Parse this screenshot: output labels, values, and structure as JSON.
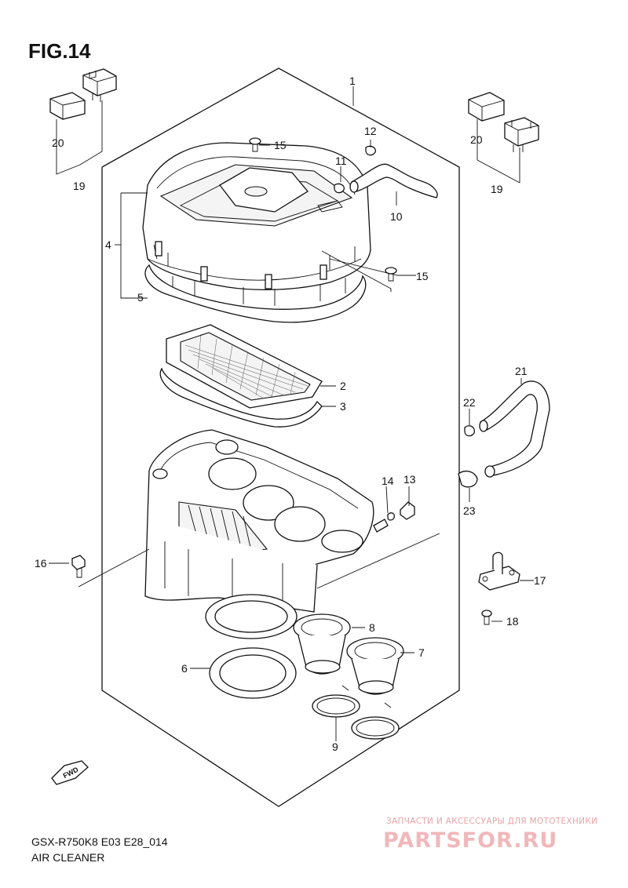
{
  "figure_label": "FIG.14",
  "model_code": "GSX-R750K8 E03 E28_014",
  "section_title": "AIR CLEANER",
  "fwd_label": "FWD",
  "watermark": {
    "line1": "ЗАПЧАСТИ И АКСЕССУАРЫ ДЛЯ МОТОТЕХНИКИ",
    "line2": "PARTSFOR.RU",
    "color": "#e9a3a8"
  },
  "callouts": [
    {
      "id": "c1",
      "text": "1"
    },
    {
      "id": "c2",
      "text": "2"
    },
    {
      "id": "c3",
      "text": "3"
    },
    {
      "id": "c4",
      "text": "4"
    },
    {
      "id": "c5",
      "text": "5"
    },
    {
      "id": "c6",
      "text": "6"
    },
    {
      "id": "c7",
      "text": "7"
    },
    {
      "id": "c8",
      "text": "8"
    },
    {
      "id": "c9",
      "text": "9"
    },
    {
      "id": "c10",
      "text": "10"
    },
    {
      "id": "c11",
      "text": "11"
    },
    {
      "id": "c12",
      "text": "12"
    },
    {
      "id": "c13",
      "text": "13"
    },
    {
      "id": "c14",
      "text": "14"
    },
    {
      "id": "c15a",
      "text": "15"
    },
    {
      "id": "c15b",
      "text": "15"
    },
    {
      "id": "c16",
      "text": "16"
    },
    {
      "id": "c17",
      "text": "17"
    },
    {
      "id": "c18",
      "text": "18"
    },
    {
      "id": "c19a",
      "text": "19"
    },
    {
      "id": "c19b",
      "text": "19"
    },
    {
      "id": "c20a",
      "text": "20"
    },
    {
      "id": "c20b",
      "text": "20"
    },
    {
      "id": "c21",
      "text": "21"
    },
    {
      "id": "c22",
      "text": "22"
    },
    {
      "id": "c23",
      "text": "23"
    }
  ]
}
